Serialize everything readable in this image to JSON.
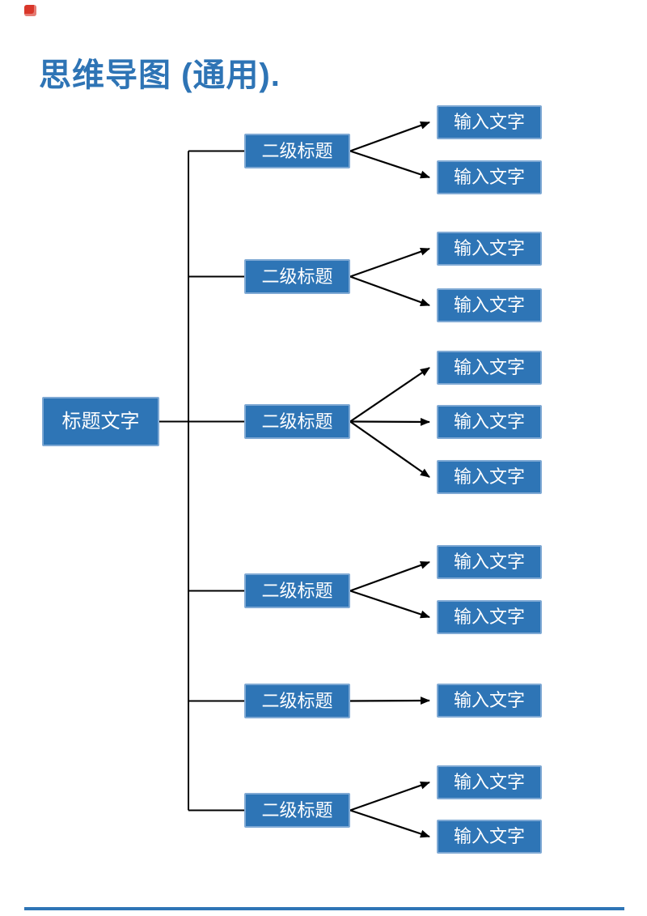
{
  "page": {
    "title": "思维导图 (通用).",
    "title_color": "#2E74B5",
    "background_color": "#FFFFFF"
  },
  "decor": {
    "red_mark_icon": "red-mark",
    "red_mark_color": "#D9372A",
    "bottom_line_color": "#2E75B6"
  },
  "colors": {
    "node_fill": "#2E75B6",
    "node_border": "#7FA9D4",
    "node_text": "#FFFFFF",
    "connector": "#000000"
  },
  "mindmap": {
    "root": {
      "label": "标题文字"
    },
    "branches": [
      {
        "label": "二级标题",
        "children": [
          {
            "label": "输入文字"
          },
          {
            "label": "输入文字"
          }
        ]
      },
      {
        "label": "二级标题",
        "children": [
          {
            "label": "输入文字"
          },
          {
            "label": "输入文字"
          }
        ]
      },
      {
        "label": "二级标题",
        "children": [
          {
            "label": "输入文字"
          },
          {
            "label": "输入文字"
          },
          {
            "label": "输入文字"
          }
        ]
      },
      {
        "label": "二级标题",
        "children": [
          {
            "label": "输入文字"
          },
          {
            "label": "输入文字"
          }
        ]
      },
      {
        "label": "二级标题",
        "children": [
          {
            "label": "输入文字"
          }
        ]
      },
      {
        "label": "二级标题",
        "children": [
          {
            "label": "输入文字"
          },
          {
            "label": "输入文字"
          }
        ]
      }
    ]
  }
}
